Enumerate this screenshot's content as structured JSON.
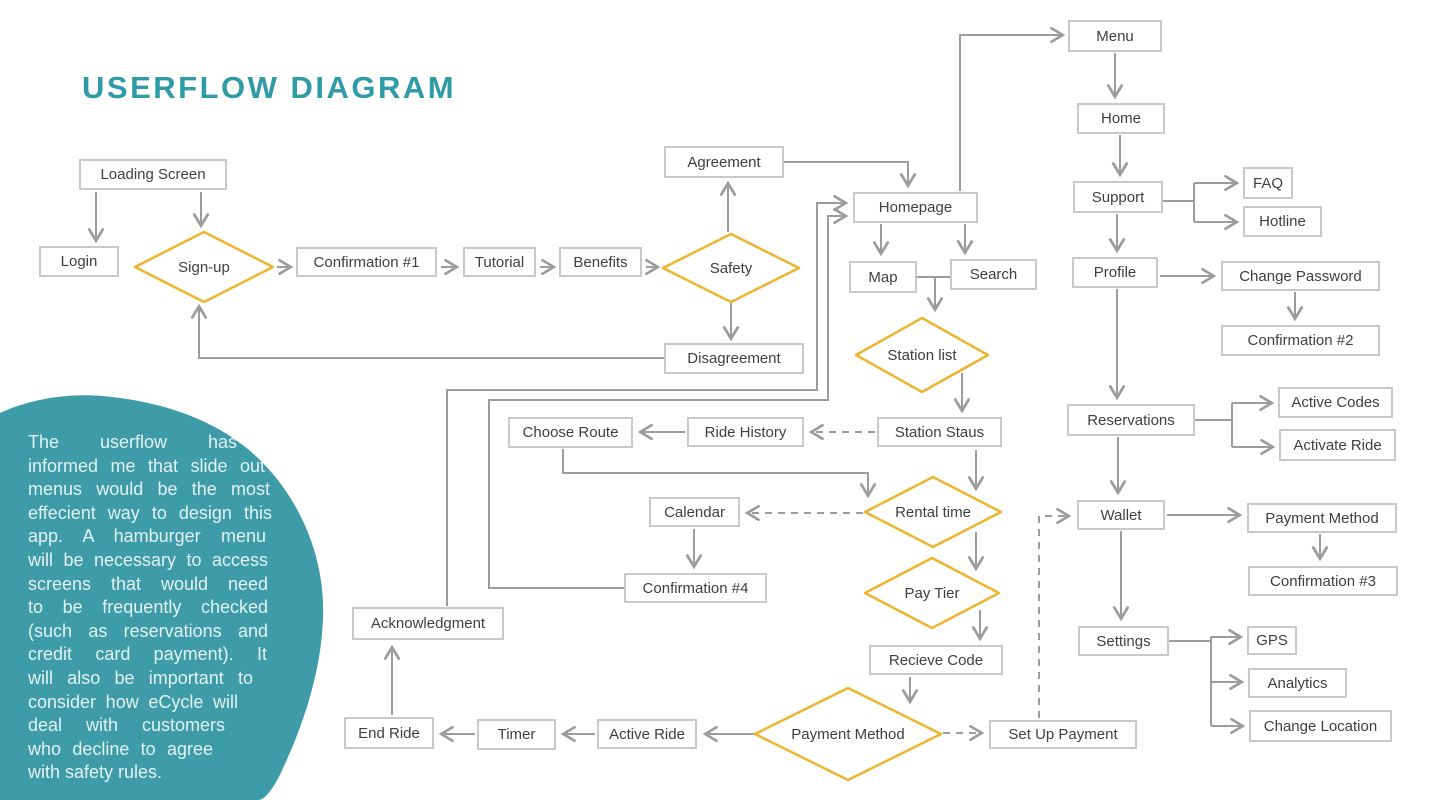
{
  "title": "USERFLOW DIAGRAM",
  "colors": {
    "accent_teal": "#2E9BA7",
    "blob_teal": "#3D9CA8",
    "diamond_yellow": "#EFB42E",
    "connector_gray": "#9C9C9C",
    "box_border_gray": "#C9C9C9",
    "text_gray": "#3F3F3F"
  },
  "note": {
    "lines": [
      "The userflow has",
      "informed me that slide out",
      "menus would be the most",
      "effecient way to design this",
      "app. A hamburger menu",
      "will be necessary to access",
      "screens that would need",
      "to be frequently checked",
      "(such as reservations and",
      "credit card payment).  It",
      "will also be important to",
      "consider how eCycle will",
      "deal with customers",
      "who decline to agree",
      "with safety rules."
    ]
  },
  "nodes": {
    "loading_screen": "Loading Screen",
    "login": "Login",
    "sign_up": "Sign-up",
    "confirmation_1": "Confirmation #1",
    "tutorial": "Tutorial",
    "benefits": "Benefits",
    "safety": "Safety",
    "agreement": "Agreement",
    "disagreement": "Disagreement",
    "homepage": "Homepage",
    "menu": "Menu",
    "home": "Home",
    "support": "Support",
    "faq": "FAQ",
    "hotline": "Hotline",
    "profile": "Profile",
    "change_password": "Change Password",
    "confirmation_2": "Confirmation #2",
    "reservations": "Reservations",
    "active_codes": "Active Codes",
    "activate_ride": "Activate Ride",
    "wallet": "Wallet",
    "payment_method_page": "Payment Method",
    "confirmation_3": "Confirmation #3",
    "settings": "Settings",
    "gps": "GPS",
    "analytics": "Analytics",
    "change_location": "Change Location",
    "set_up_payment": "Set Up Payment",
    "map": "Map",
    "search": "Search",
    "station_list": "Station list",
    "station_staus": "Station Staus",
    "ride_history": "Ride History",
    "choose_route": "Choose Route",
    "rental_time": "Rental time",
    "calendar": "Calendar",
    "confirmation_4": "Confirmation #4",
    "pay_tier": "Pay Tier",
    "recieve_code": "Recieve Code",
    "payment_method_decision": "Payment Method",
    "active_ride": "Active Ride",
    "timer": "Timer",
    "end_ride": "End Ride",
    "acknowledgment": "Acknowledgment"
  }
}
